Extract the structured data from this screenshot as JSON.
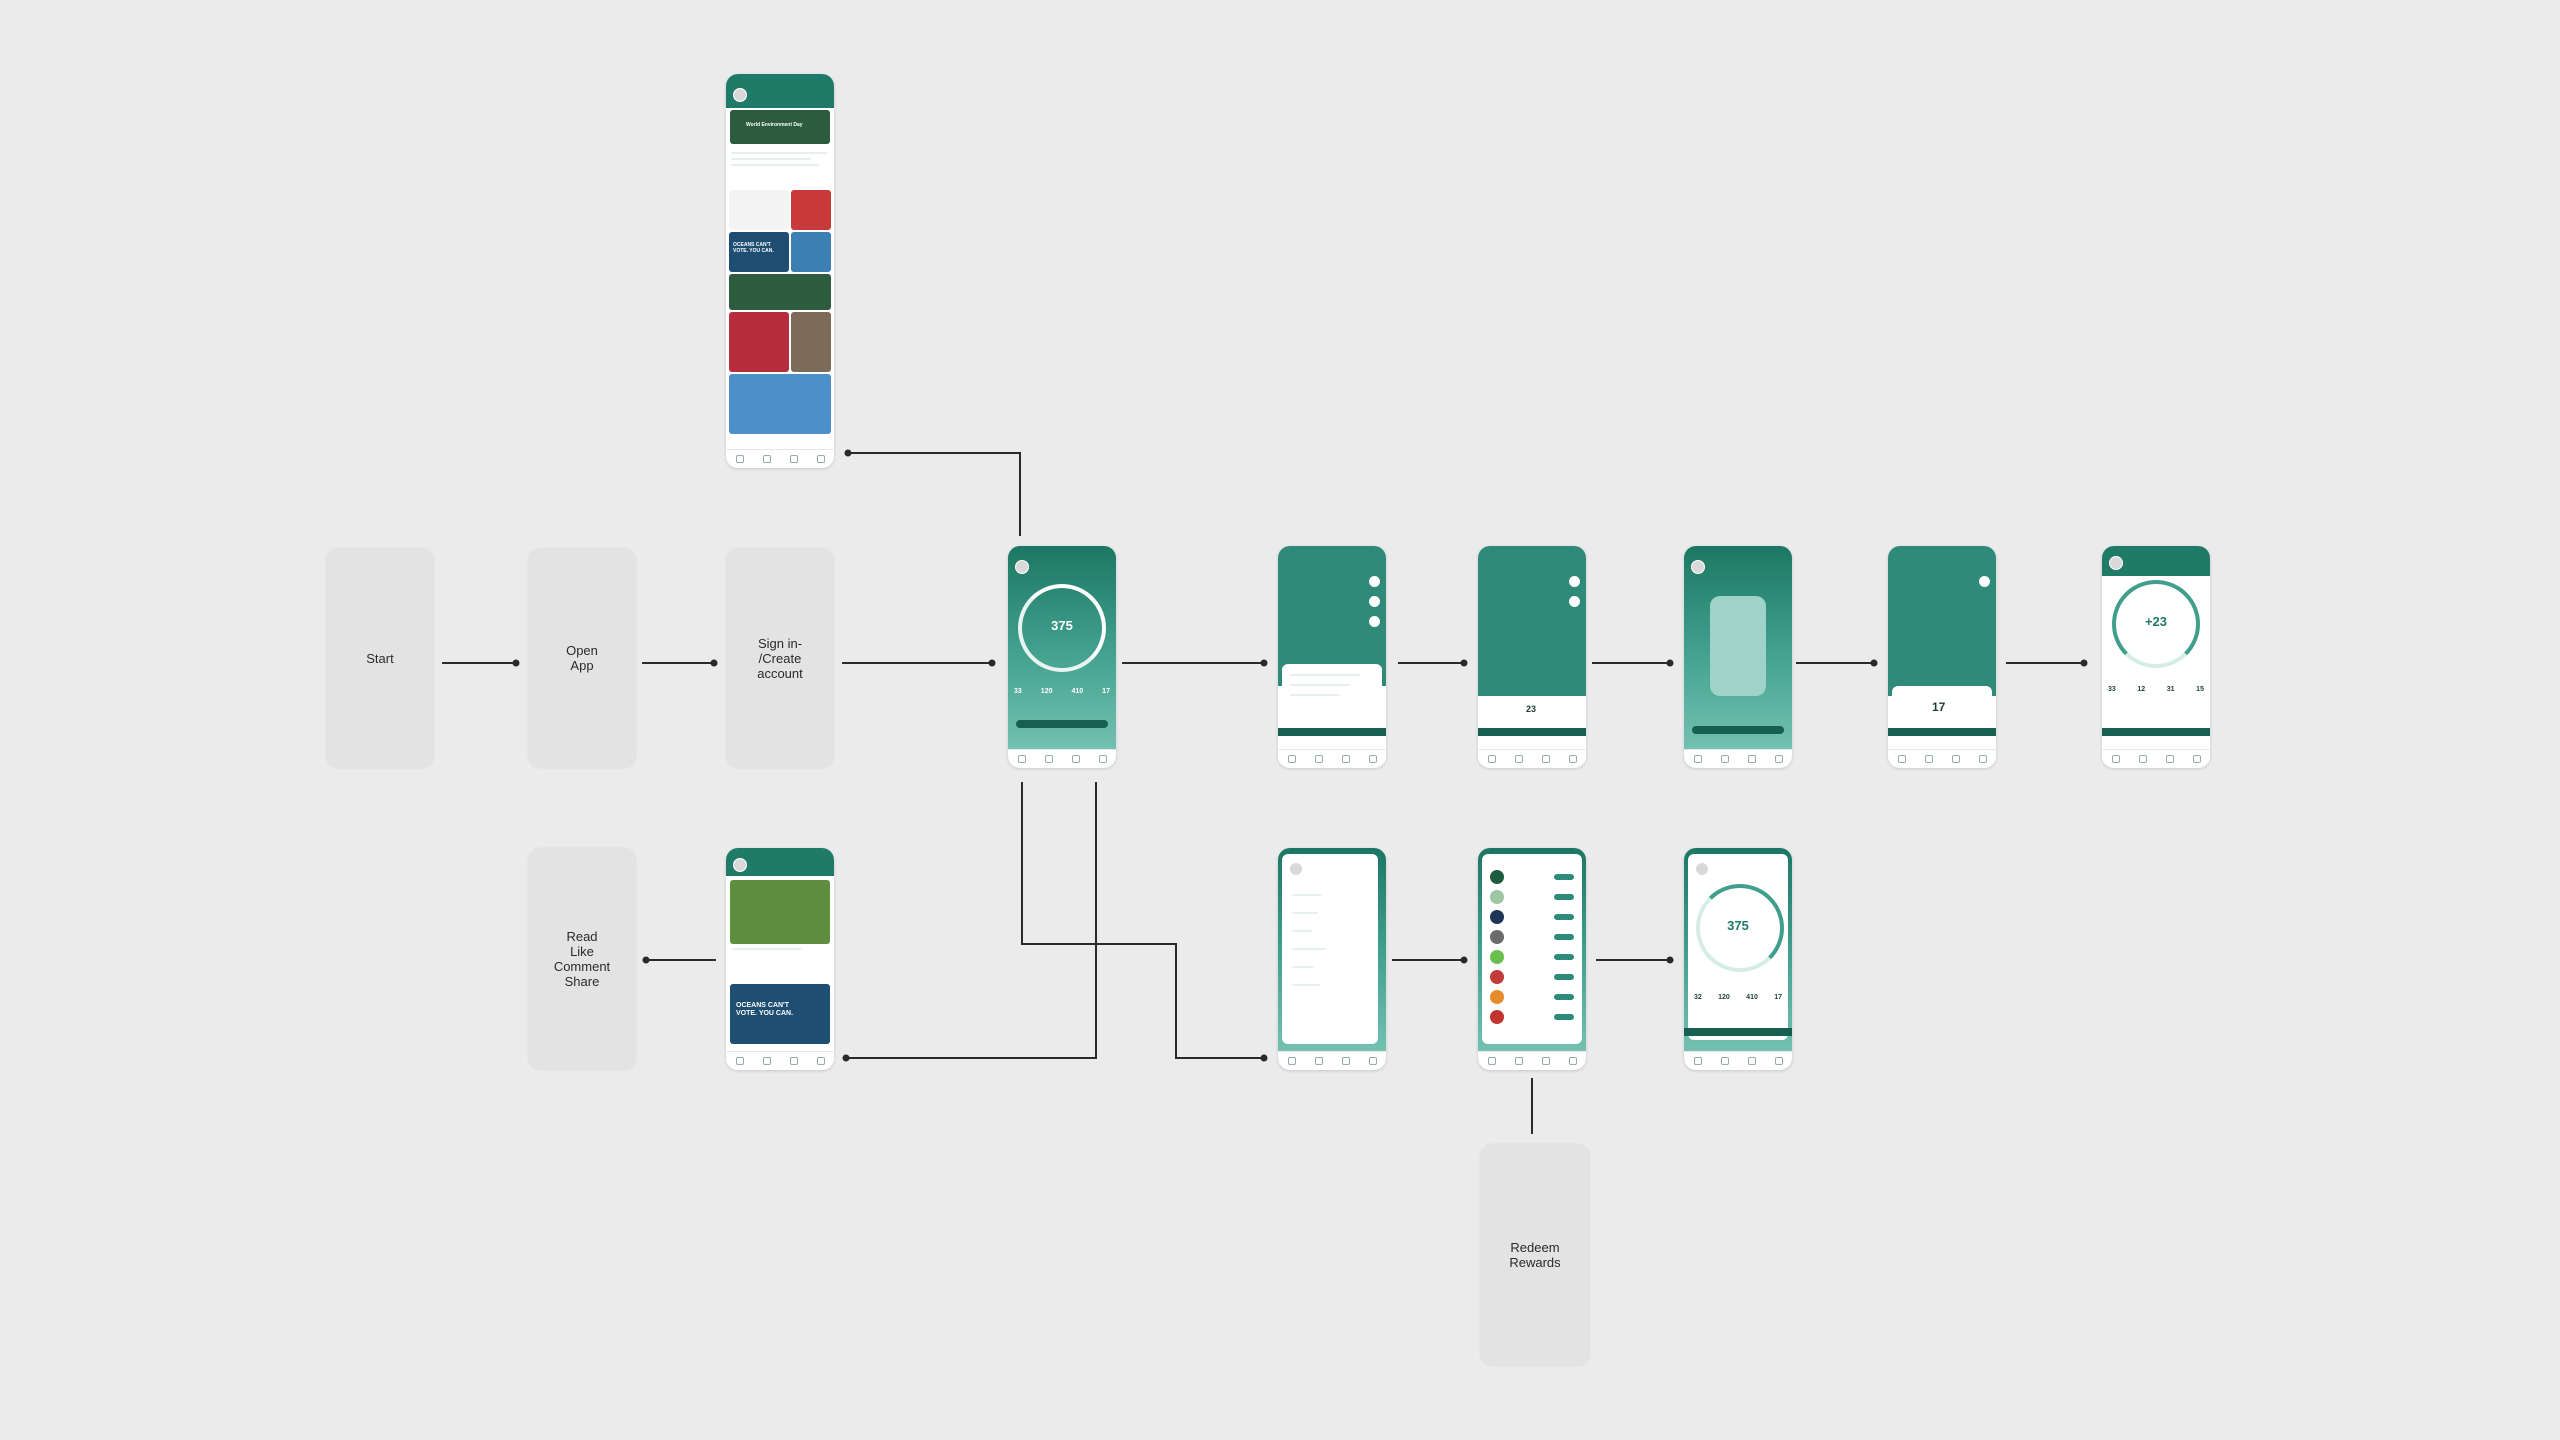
{
  "steps": {
    "start": "Start",
    "open_app": "Open\nApp",
    "sign_in": "Sign in-\n/Create\naccount",
    "read_like": "Read\nLike\nComment\nShare",
    "redeem": "Redeem\nRewards"
  },
  "colors": {
    "background": "#ebebeb",
    "step_box": "#e3e3e3",
    "primary_teal": "#1f7a68",
    "dark_teal": "#165f51",
    "connector": "#2a2a2a"
  },
  "screens": {
    "feed": {
      "headline": "World Environment Day",
      "banner": "OCEANS CAN'T VOTE. YOU CAN."
    },
    "home": {
      "points": "375",
      "stats": [
        "33",
        "120",
        "410",
        "17"
      ]
    },
    "result": {
      "points": "+23",
      "stats": [
        "33",
        "12",
        "31",
        "15"
      ]
    },
    "rewards_result": {
      "points": "375",
      "stats": [
        "32",
        "120",
        "410",
        "17"
      ]
    },
    "tracking": {
      "values": [
        "23",
        "17"
      ]
    },
    "social": {
      "banner": "OCEANS CAN'T VOTE. YOU CAN."
    }
  }
}
